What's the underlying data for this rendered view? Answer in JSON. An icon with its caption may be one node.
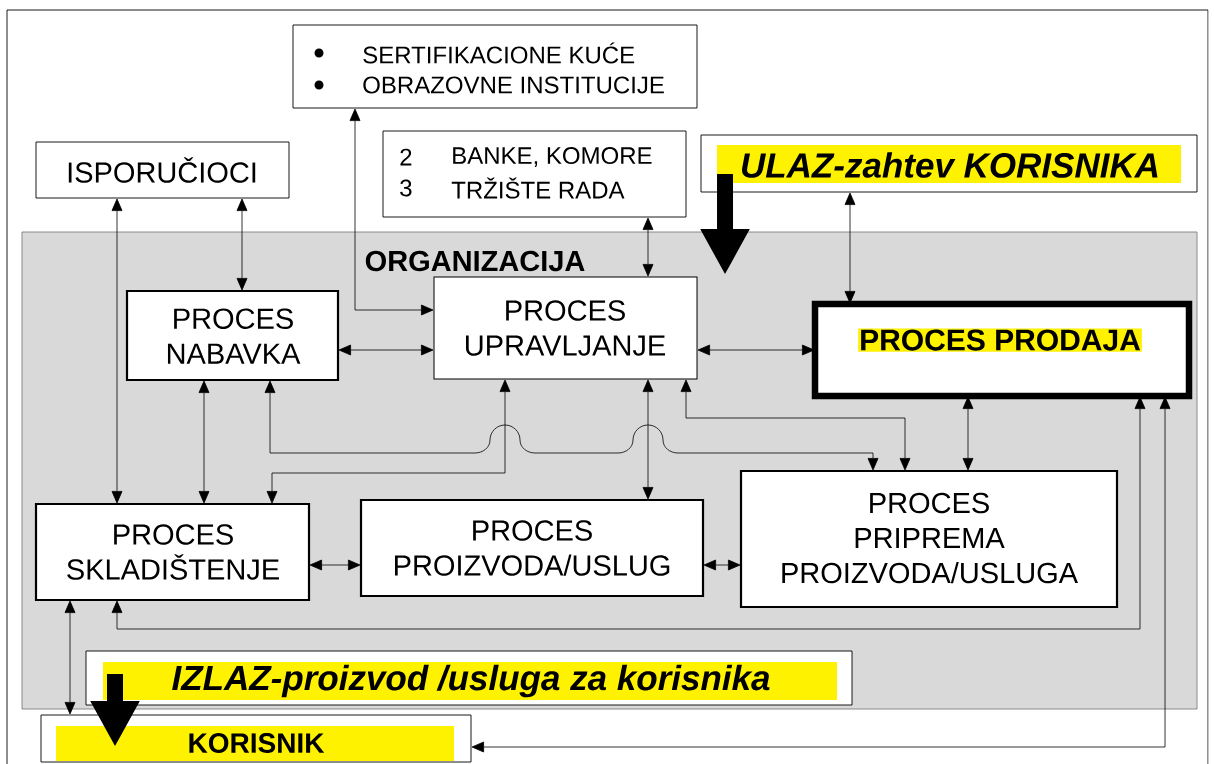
{
  "diagram": {
    "nodes": [
      {
        "text": [
          "SERTIFIKACIONE KUĆE",
          "OBRAZOVNE INSTITUCIJE"
        ]
      },
      {
        "text": [
          "ISPORUČIOCI"
        ]
      },
      {
        "text": [
          "2",
          "BANKE, KOMORE",
          "3",
          "TRŽIŠTE RADA"
        ]
      },
      {
        "text": [
          "ULAZ-zahtev KORISNIKA"
        ]
      },
      {
        "text": [
          "ORGANIZACIJA"
        ]
      },
      {
        "text": [
          "PROCES NABAVKA"
        ],
        "in": 4
      },
      {
        "text": [
          "PROCES UPRAVLJANJE"
        ],
        "in": 4
      },
      {
        "text": [
          "PROCES PRODAJA"
        ],
        "in": 4
      },
      {
        "text": [
          "PROCES SKLADIŠTENJE"
        ],
        "in": 4
      },
      {
        "text": [
          "PROCES PROIZVODA/USLUG"
        ],
        "in": 4
      },
      {
        "text": [
          "PROCES PRIPREMA PROIZVODA/USLUGA"
        ],
        "in": 4
      },
      {
        "text": [
          "IZLAZ-proizvod /usluga za korisnika"
        ],
        "in": 4
      },
      {
        "text": [
          "KORISNIK"
        ]
      }
    ],
    "edges": [
      {
        "from": 0,
        "to": 6,
        "arrow": "both"
      },
      {
        "from": 1,
        "to": 8,
        "arrow": "both"
      },
      {
        "from": 1,
        "to": 5,
        "arrow": "both"
      },
      {
        "from": 2,
        "to": 6,
        "arrow": "both"
      },
      {
        "from": 3,
        "to": 7,
        "arrow": "both"
      },
      {
        "from": 5,
        "to": 6,
        "arrow": "both"
      },
      {
        "from": 6,
        "to": 7,
        "arrow": "both"
      },
      {
        "from": 5,
        "to": 8,
        "arrow": "both"
      },
      {
        "from": 5,
        "to": 10,
        "arrow": "both"
      },
      {
        "from": 6,
        "to": 8,
        "arrow": "both"
      },
      {
        "from": 6,
        "to": 9,
        "arrow": "both"
      },
      {
        "from": 6,
        "to": 10,
        "arrow": "both"
      },
      {
        "from": 7,
        "to": 10,
        "arrow": "both"
      },
      {
        "from": 8,
        "to": 9,
        "arrow": "both"
      },
      {
        "from": 9,
        "to": 10,
        "arrow": "both"
      },
      {
        "from": 8,
        "to": 7,
        "arrow": "both"
      },
      {
        "from": 7,
        "to": 12,
        "arrow": "both"
      },
      {
        "from": 8,
        "to": 12,
        "arrow": "both"
      },
      {
        "from": 3,
        "to": 4,
        "arrow": "to",
        "style": "thick"
      },
      {
        "from": 11,
        "to": 12,
        "arrow": "to",
        "style": "thick"
      }
    ]
  }
}
